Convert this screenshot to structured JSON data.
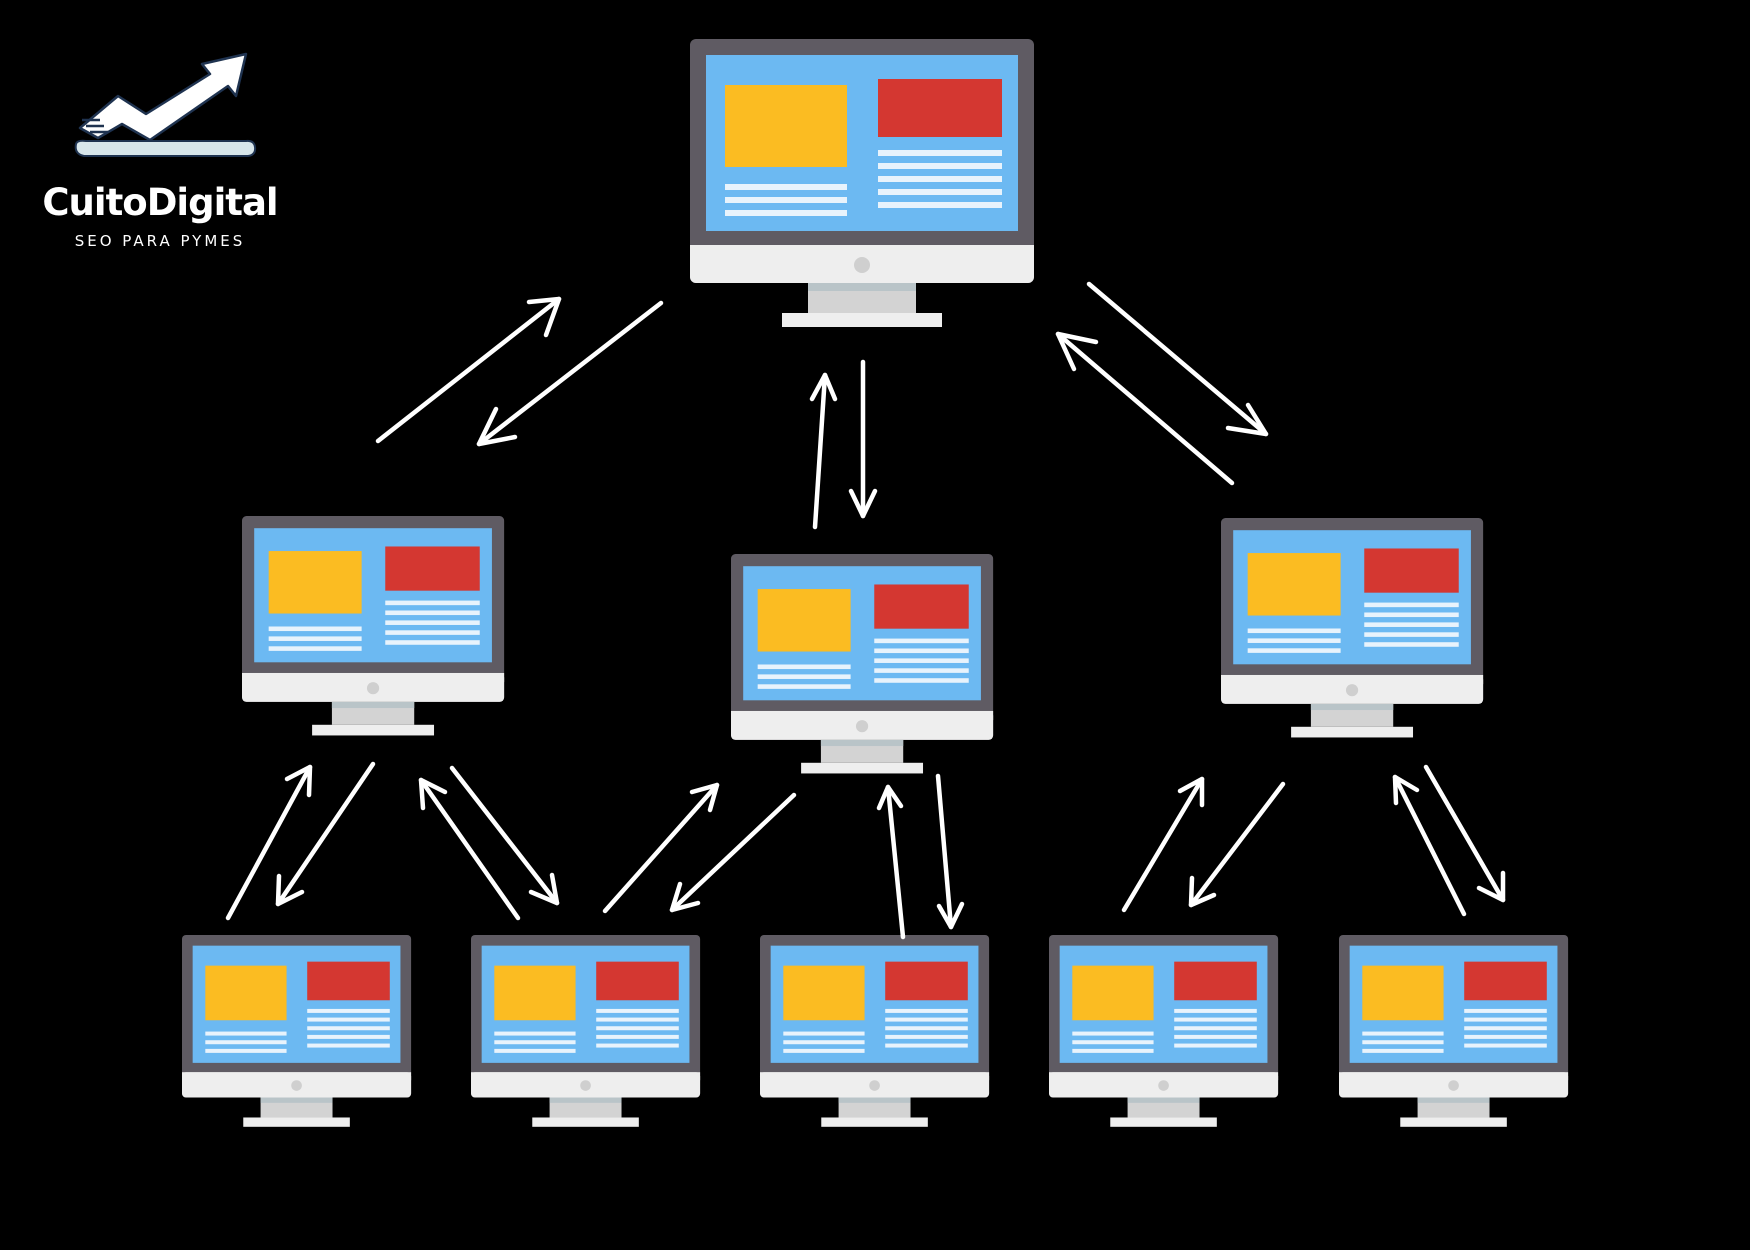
{
  "brand": {
    "name": "CuitoDigital",
    "tagline": "SEO PARA PYMES",
    "logo_icon": "rising-arrow-icon"
  },
  "colors": {
    "background": "#000000",
    "bezel": "#5f5b63",
    "screen": "#6cb9f2",
    "block_yellow": "#fbbc22",
    "block_red": "#d43731",
    "text_lines": "#e8f3fc",
    "chin": "#eeeeee",
    "stand": "#d3d3d3",
    "stand_shadow": "#b9c4c8",
    "button": "#cfcfcf",
    "arrow": "#ffffff"
  },
  "diagram": {
    "levels": [
      "level-1",
      "level-2",
      "level-3"
    ],
    "nodes": [
      {
        "id": "root",
        "level": 1,
        "icon": "desktop-monitor-icon"
      },
      {
        "id": "mid-left",
        "level": 2,
        "icon": "desktop-monitor-icon"
      },
      {
        "id": "mid-center",
        "level": 2,
        "icon": "desktop-monitor-icon"
      },
      {
        "id": "mid-right",
        "level": 2,
        "icon": "desktop-monitor-icon"
      },
      {
        "id": "leaf-1",
        "level": 3,
        "icon": "desktop-monitor-icon"
      },
      {
        "id": "leaf-2",
        "level": 3,
        "icon": "desktop-monitor-icon"
      },
      {
        "id": "leaf-3",
        "level": 3,
        "icon": "desktop-monitor-icon"
      },
      {
        "id": "leaf-4",
        "level": 3,
        "icon": "desktop-monitor-icon"
      },
      {
        "id": "leaf-5",
        "level": 3,
        "icon": "desktop-monitor-icon"
      }
    ],
    "links": [
      {
        "from": "mid-left",
        "to": "root",
        "direction": "bidirectional"
      },
      {
        "from": "mid-center",
        "to": "root",
        "direction": "bidirectional"
      },
      {
        "from": "mid-right",
        "to": "root",
        "direction": "bidirectional"
      },
      {
        "from": "leaf-1",
        "to": "mid-left",
        "direction": "bidirectional"
      },
      {
        "from": "leaf-2",
        "to": "mid-left",
        "direction": "bidirectional"
      },
      {
        "from": "leaf-2",
        "to": "mid-center",
        "direction": "bidirectional"
      },
      {
        "from": "leaf-3",
        "to": "mid-center",
        "direction": "bidirectional"
      },
      {
        "from": "leaf-4",
        "to": "mid-right",
        "direction": "bidirectional"
      },
      {
        "from": "leaf-5",
        "to": "mid-right",
        "direction": "bidirectional"
      }
    ]
  }
}
